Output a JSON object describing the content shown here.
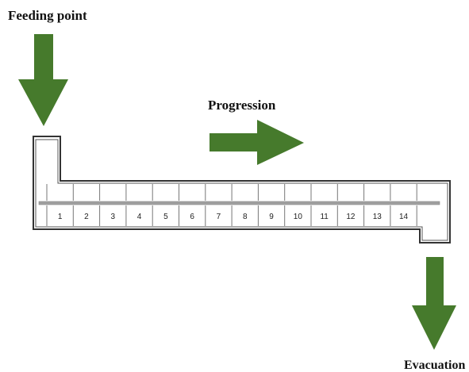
{
  "labels": {
    "feeding_point": "Feeding point",
    "progression": "Progression",
    "evacuation": "Evacuation"
  },
  "segments": [
    "1",
    "2",
    "3",
    "4",
    "5",
    "6",
    "7",
    "8",
    "9",
    "10",
    "11",
    "12",
    "13",
    "14"
  ],
  "colors": {
    "arrow": "#467a2c",
    "outline": "#333333",
    "ticks": "#777777",
    "shaft": "#a0a0a0"
  },
  "icons": {
    "feeding_arrow": "arrow-down-icon",
    "progression_arrow": "arrow-right-icon",
    "evacuation_arrow": "arrow-down-icon"
  }
}
